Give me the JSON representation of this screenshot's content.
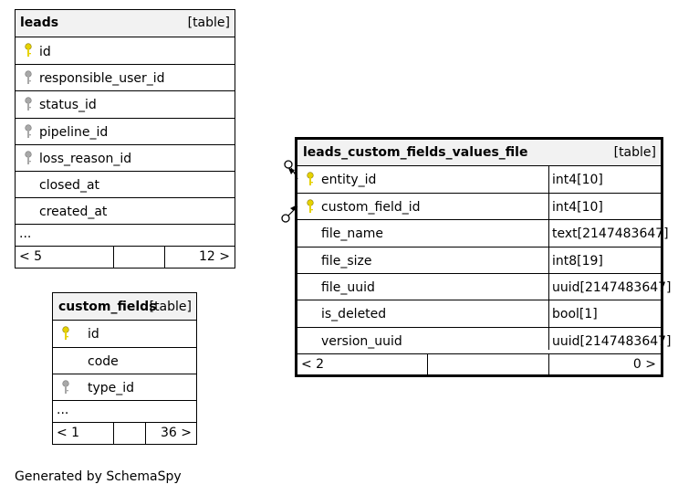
{
  "tables": {
    "leads": {
      "name": "leads",
      "type": "[table]",
      "columns": [
        {
          "name": "id",
          "key": "primary"
        },
        {
          "name": "responsible_user_id",
          "key": "foreign"
        },
        {
          "name": "status_id",
          "key": "foreign"
        },
        {
          "name": "pipeline_id",
          "key": "foreign"
        },
        {
          "name": "loss_reason_id",
          "key": "foreign"
        },
        {
          "name": "closed_at",
          "key": "none"
        },
        {
          "name": "created_at",
          "key": "none"
        }
      ],
      "ellipsis": "...",
      "footer": {
        "left": "< 5",
        "right": "12 >"
      }
    },
    "custom_fields": {
      "name": "custom_fields",
      "type": "[table]",
      "columns": [
        {
          "name": "id",
          "key": "primary"
        },
        {
          "name": "code",
          "key": "none"
        },
        {
          "name": "type_id",
          "key": "foreign"
        }
      ],
      "ellipsis": "...",
      "footer": {
        "left": "< 1",
        "right": "36 >"
      }
    },
    "lcfvf": {
      "name": "leads_custom_fields_values_file",
      "type": "[table]",
      "columns": [
        {
          "name": "entity_id",
          "type": "int4[10]",
          "key": "primary"
        },
        {
          "name": "custom_field_id",
          "type": "int4[10]",
          "key": "primary"
        },
        {
          "name": "file_name",
          "type": "text[2147483647]",
          "key": "none"
        },
        {
          "name": "file_size",
          "type": "int8[19]",
          "key": "none"
        },
        {
          "name": "file_uuid",
          "type": "uuid[2147483647]",
          "key": "none"
        },
        {
          "name": "is_deleted",
          "type": "bool[1]",
          "key": "none"
        },
        {
          "name": "version_uuid",
          "type": "uuid[2147483647]",
          "key": "none"
        }
      ],
      "footer": {
        "left": "< 2",
        "right": "0 >"
      }
    }
  },
  "colors": {
    "primary_key": "#e6d200",
    "foreign_key": "#a8a8a8",
    "header_bg": "#f2f2f2",
    "border": "#000000"
  },
  "footer_note": "Generated by SchemaSpy"
}
